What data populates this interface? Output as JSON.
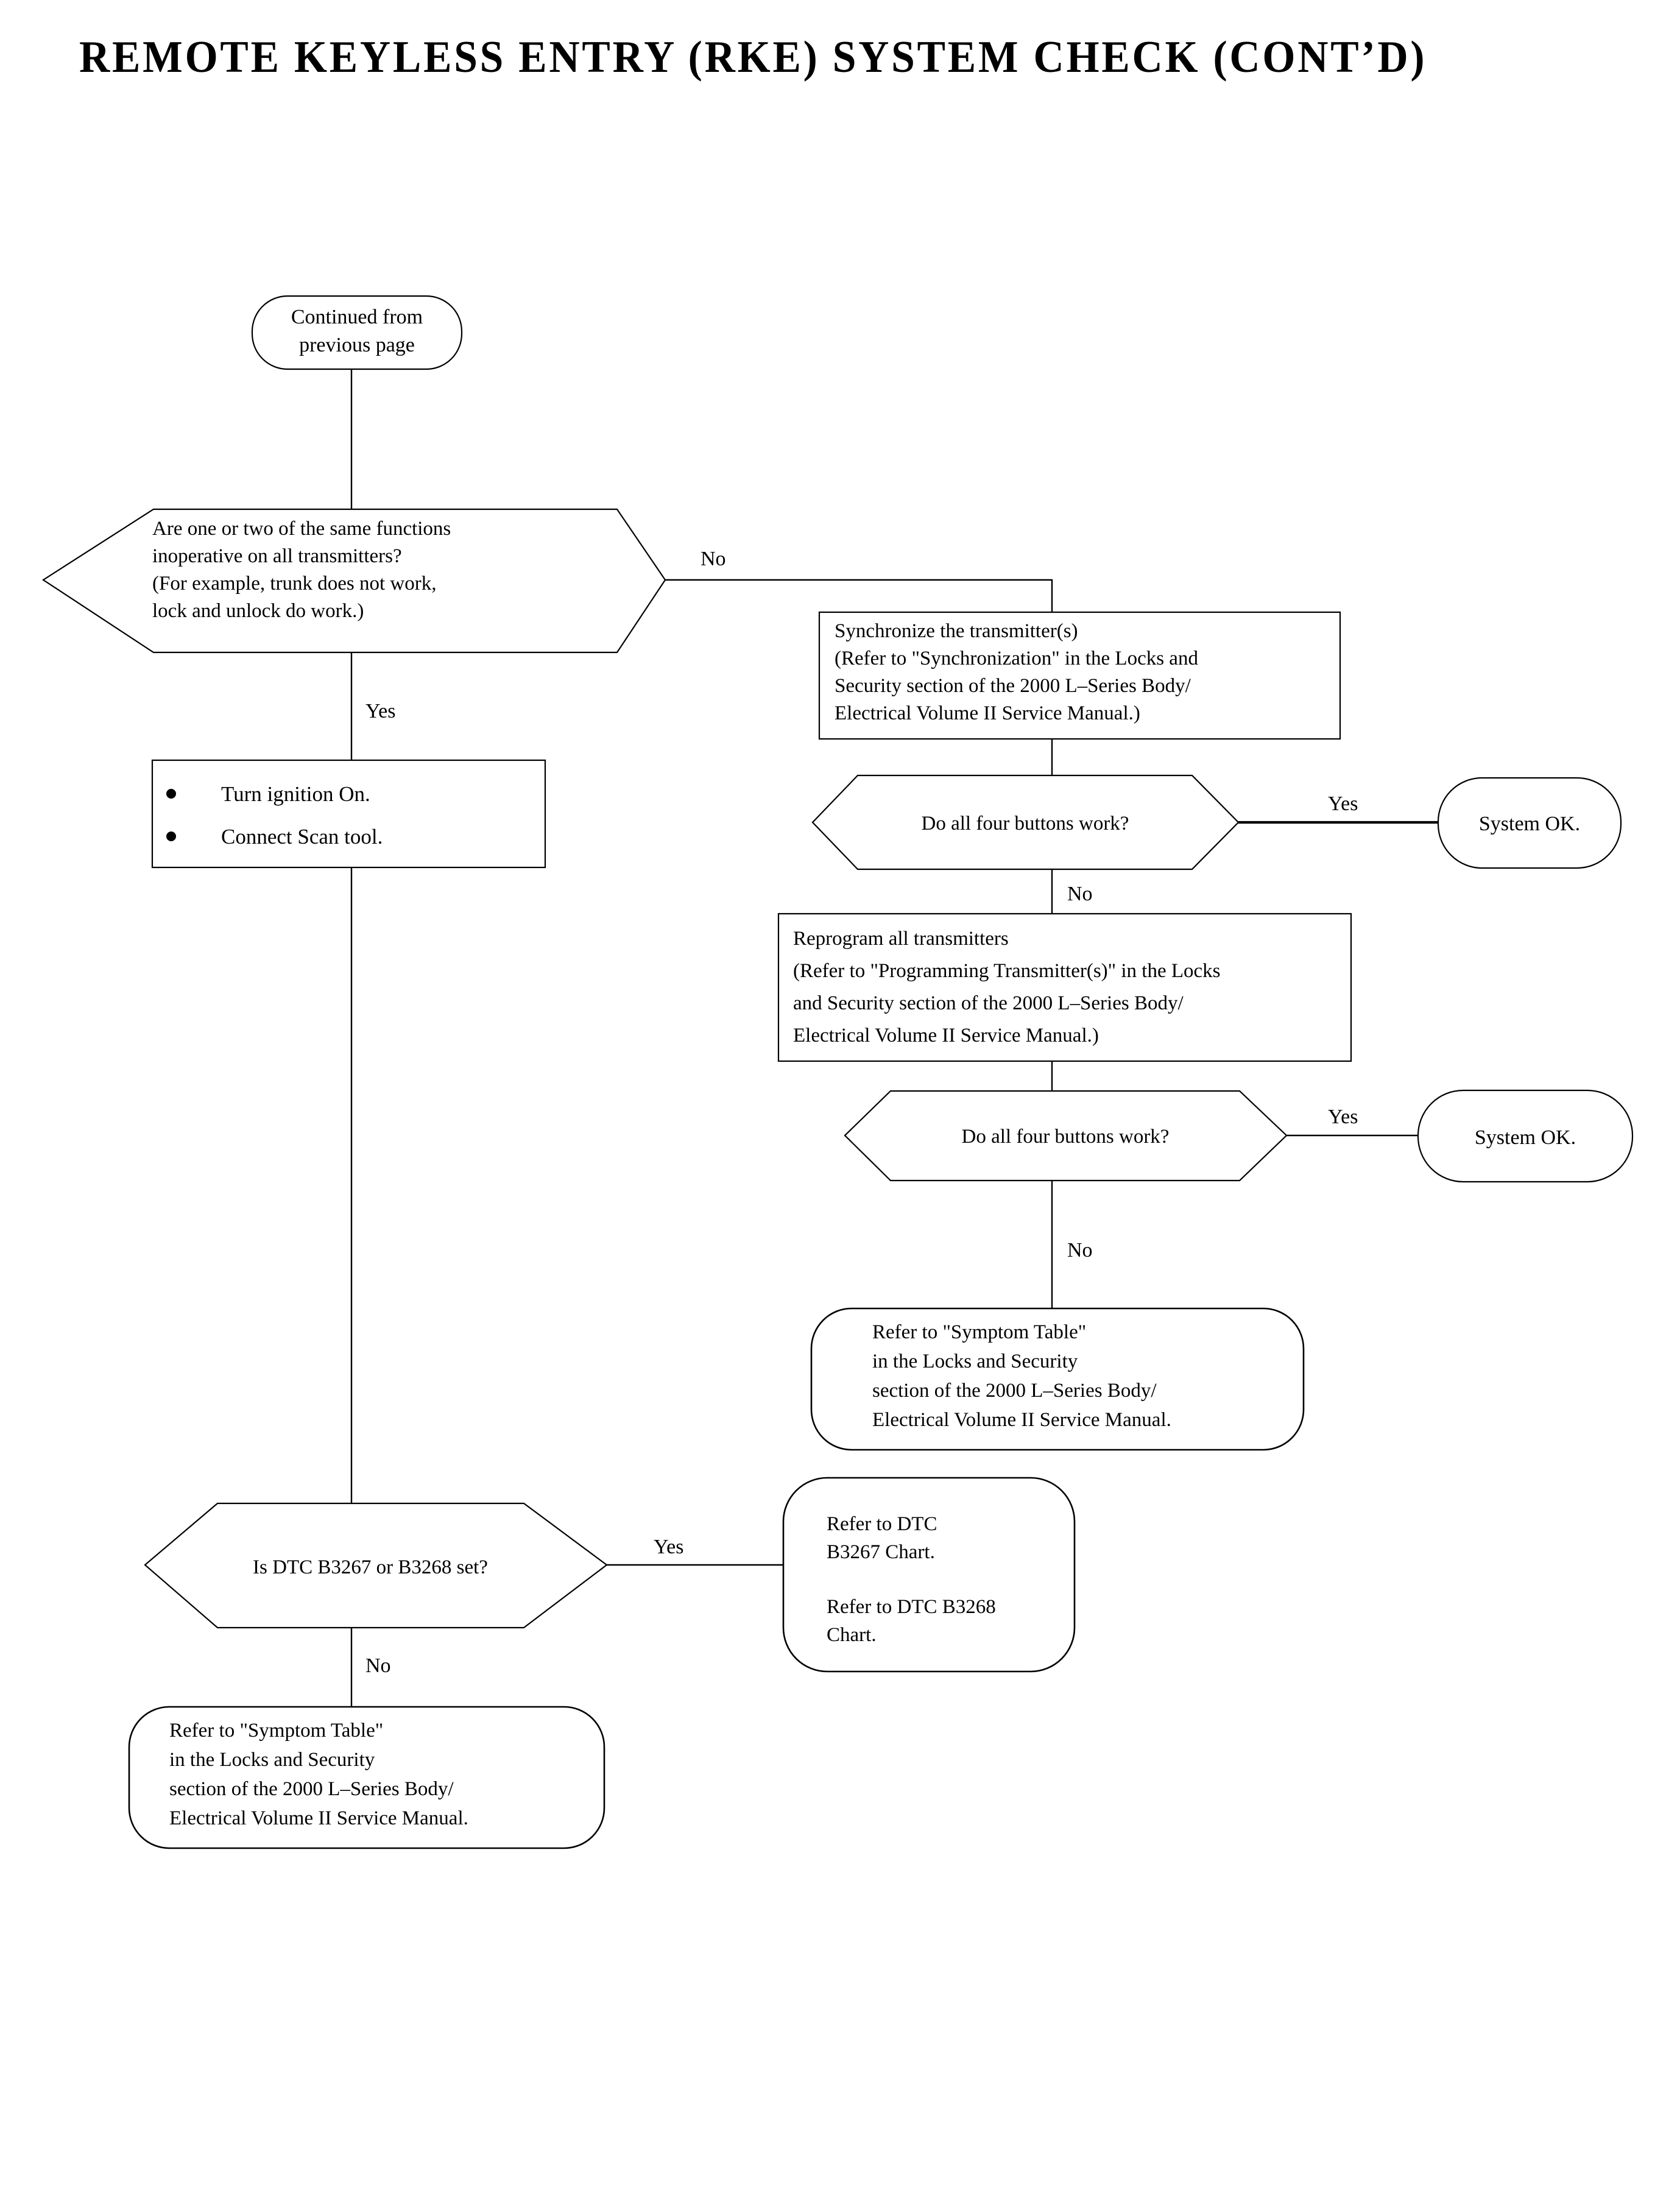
{
  "page": {
    "title": "REMOTE KEYLESS ENTRY (RKE) SYSTEM CHECK (CONT’D)",
    "background": "#ffffff",
    "ink": "#000000"
  },
  "nodes": {
    "continued": {
      "kind": "terminator",
      "line1": "Continued from",
      "line2": "previous page"
    },
    "decision_functions": {
      "kind": "decision",
      "line1": "Are one or two of the same functions",
      "line2": "inoperative on all transmitters?",
      "line3": "(For example, trunk does not work,",
      "line4": "lock and unlock do work.)"
    },
    "scan_tool_steps": {
      "kind": "process-bullets",
      "bullet1": "Turn ignition On.",
      "bullet2": "Connect Scan tool."
    },
    "synchronize": {
      "kind": "process",
      "line1": "Synchronize the transmitter(s)",
      "line2": "(Refer to \"Synchronization\" in the Locks and",
      "line3": "Security section of the 2000 L–Series Body/",
      "line4": "Electrical Volume II Service Manual.)"
    },
    "decision_buttons_1": {
      "kind": "decision",
      "line1": "Do all four buttons work?"
    },
    "system_ok_1": {
      "kind": "terminator",
      "line1": "System OK."
    },
    "reprogram": {
      "kind": "process",
      "line1": "Reprogram all transmitters",
      "line2": "(Refer to \"Programming Transmitter(s)\" in the Locks",
      "line3": "and Security section of the 2000 L–Series Body/",
      "line4": "Electrical Volume II Service Manual.)"
    },
    "decision_buttons_2": {
      "kind": "decision",
      "line1": "Do all four buttons work?"
    },
    "system_ok_2": {
      "kind": "terminator",
      "line1": "System OK."
    },
    "symptom_table_right": {
      "kind": "terminator",
      "line1": "Refer to \"Symptom Table\"",
      "line2": "in the Locks and Security",
      "line3": "section of the 2000 L–Series Body/",
      "line4": "Electrical Volume II Service Manual."
    },
    "decision_dtc": {
      "kind": "decision",
      "line1": "Is DTC B3267 or B3268 set?"
    },
    "dtc_charts": {
      "kind": "terminator",
      "line1": "Refer to DTC",
      "line2": "B3267 Chart.",
      "line3": "Refer to DTC B3268",
      "line4": "Chart."
    },
    "symptom_table_bottom": {
      "kind": "terminator",
      "line1": "Refer to \"Symptom Table\"",
      "line2": "in the Locks and Security",
      "line3": "section of the 2000 L–Series Body/",
      "line4": "Electrical Volume II Service Manual."
    }
  },
  "edge_labels": {
    "functions_no": "No",
    "functions_yes": "Yes",
    "buttons1_yes": "Yes",
    "buttons1_no": "No",
    "buttons2_yes": "Yes",
    "buttons2_no": "No",
    "dtc_yes": "Yes",
    "dtc_no": "No"
  }
}
